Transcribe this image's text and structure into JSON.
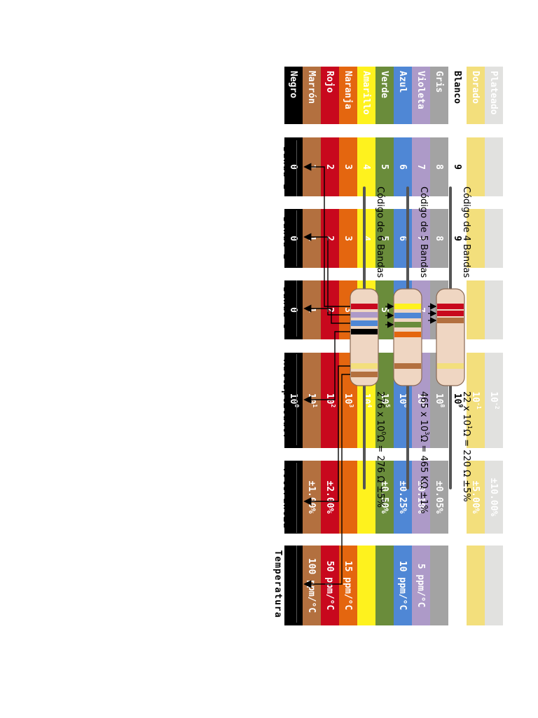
{
  "colors": [
    {
      "name": "Negro",
      "hex": "#000000",
      "text": "#ffffff",
      "digit": "0",
      "exp": "0",
      "tolerance": "",
      "tempco": "",
      "digit_band3": "0",
      "digit_band2": "0"
    },
    {
      "name": "Marrón",
      "hex": "#b3703f",
      "text": "#ffffff",
      "digit": "1",
      "exp": "1",
      "tolerance": "±1.00%",
      "tempco": "100 ppm/°C",
      "digit_band3": "1",
      "digit_band2": "1"
    },
    {
      "name": "Rojo",
      "hex": "#c8081d",
      "text": "#ffffff",
      "digit": "2",
      "exp": "2",
      "tolerance": "±2.00%",
      "tempco": "50 ppm/°C",
      "digit_band3": "2",
      "digit_band2": "2"
    },
    {
      "name": "Naranja",
      "hex": "#e4660f",
      "text": "#ffffff",
      "digit": "3",
      "exp": "3",
      "tolerance": "",
      "tempco": "15 ppm/°C",
      "digit_band3": "3",
      "digit_band2": "3"
    },
    {
      "name": "Amarillo",
      "hex": "#fef21e",
      "text": "#ffffff",
      "digit": "4",
      "exp": "4",
      "tolerance": "",
      "tempco": "",
      "digit_band3": "4",
      "digit_band2": "4"
    },
    {
      "name": "Verde",
      "hex": "#6a8c3b",
      "text": "#ffffff",
      "digit": "5",
      "exp": "5",
      "tolerance": "±0.50%",
      "tempco": "",
      "digit_band3": "5",
      "digit_band2": "5"
    },
    {
      "name": "Azul",
      "hex": "#4f87d5",
      "text": "#ffffff",
      "digit": "6",
      "exp": "6",
      "tolerance": "±0.25%",
      "tempco": "10 ppm/°C",
      "digit_band3": "6",
      "digit_band2": "6"
    },
    {
      "name": "Violeta",
      "hex": "#ad9ac8",
      "text": "#ffffff",
      "digit": "7",
      "exp": "7",
      "tolerance": "±0.10%",
      "tempco": "5 ppm/°C",
      "digit_band3": "7",
      "digit_band2": "7"
    },
    {
      "name": "Gris",
      "hex": "#a3a3a3",
      "text": "#ffffff",
      "digit": "8",
      "exp": "8",
      "tolerance": "±0.05%",
      "tempco": "",
      "digit_band3": "8",
      "digit_band2": "8"
    },
    {
      "name": "Blanco",
      "hex": "#ffffff",
      "text": "#000000",
      "digit": "9",
      "exp": "9",
      "tolerance": "",
      "tempco": "",
      "digit_band3": "9",
      "digit_band2": "9"
    },
    {
      "name": "Dorado",
      "hex": "#f3df7c",
      "text": "#ffffff",
      "digit": "",
      "exp": "-1",
      "tolerance": "±5.00%",
      "tempco": "",
      "digit_band3": "",
      "digit_band2": ""
    },
    {
      "name": "Plateado",
      "hex": "#e1e1df",
      "text": "#ffffff",
      "digit": "",
      "exp": "-2",
      "tolerance": "±10.00%",
      "tempco": "",
      "digit_band3": "",
      "digit_band2": ""
    }
  ],
  "headers": {
    "band1": "Banda 1",
    "band2": "Banda 2",
    "band3": "Banda 3",
    "multiplier": "Multiplicador",
    "tolerance": "Tolerancia",
    "tempco_line1": "Coeficiente",
    "tempco_line2": "Temperatura"
  },
  "multiplier_prefix": "10",
  "resistors": [
    {
      "label": "Código de 4 Bandas",
      "calc_prefix": "22 x 10",
      "calc_exp": "1",
      "calc_suffix": "Ω = 220 Ω  ±5%",
      "bands": [
        "#c8081d",
        "#c8081d",
        "#b3703f",
        "#f3df7c"
      ]
    },
    {
      "label": "Código de 5 Bandas",
      "calc_prefix": "465 x 10",
      "calc_exp": "3",
      "calc_suffix": "Ω = 465 KΩ  ±1%",
      "bands": [
        "#fef21e",
        "#4f87d5",
        "#6a8c3b",
        "#e4660f",
        "#b3703f"
      ]
    },
    {
      "label": "Código de 6 Bandas",
      "calc_prefix": "276 x 10",
      "calc_exp": "0",
      "calc_suffix": "Ω = 276 Ω  ±5%",
      "bands": [
        "#c8081d",
        "#ad9ac8",
        "#4f87d5",
        "#000000",
        "#f3df7c",
        "#b3703f"
      ]
    }
  ]
}
